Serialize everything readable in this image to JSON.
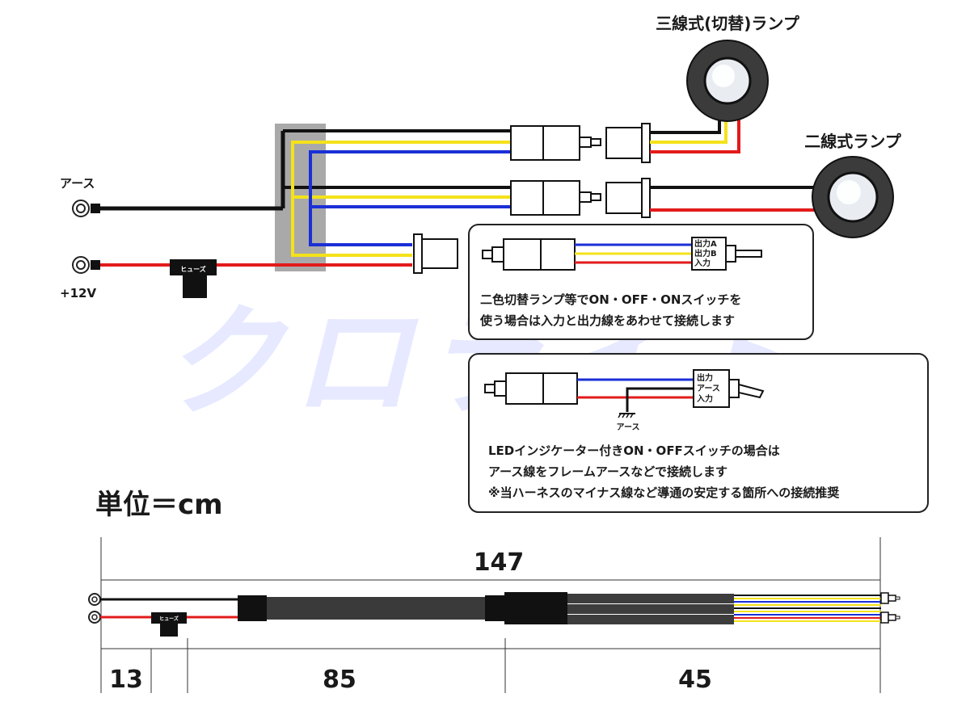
{
  "watermark": "クロライト",
  "labels": {
    "three_wire_lamp": "三線式(切替)ランプ",
    "two_wire_lamp": "二線式ランプ",
    "ground": "アース",
    "plus12v": "+12V",
    "fuse": "ヒューズ",
    "unit": "単位＝cm"
  },
  "note1": {
    "switch_labels": [
      "出力A",
      "出力B",
      "入力"
    ],
    "lines": [
      "二色切替ランプ等でON・OFF・ONスイッチを",
      "使う場合は入力と出力線をあわせて接続します"
    ]
  },
  "note2": {
    "switch_labels": [
      "出力",
      "アース",
      "入力"
    ],
    "ground_label": "アース",
    "lines": [
      "LEDインジケーター付きON・OFFスイッチの場合は",
      "アース線をフレームアースなどで接続します",
      "※当ハーネスのマイナス線など導通の安定する箇所への接続推奨"
    ]
  },
  "dimensions": {
    "total": "147",
    "seg1": "13",
    "seg2": "85",
    "seg3": "45"
  },
  "colors": {
    "wire_black": "#111111",
    "wire_yellow": "#f4e21a",
    "wire_blue": "#1a2fd6",
    "wire_red": "#e31b1b",
    "lamp_ring": "#3b3b3b",
    "watermark": "#e6e9ff",
    "junction_box": "#8c8c8c"
  }
}
